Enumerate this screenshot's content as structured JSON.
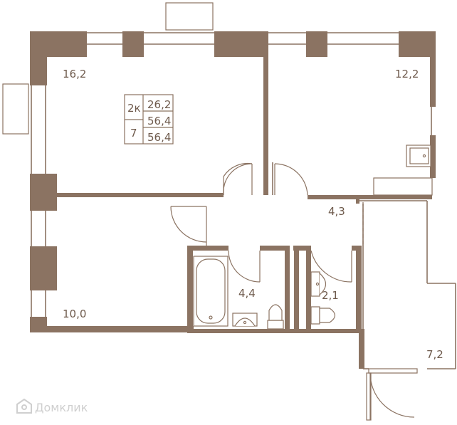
{
  "rooms": {
    "living_room": "16,2",
    "kitchen": "12,2",
    "bedroom": "10,0",
    "hallway": "4,3",
    "bathroom": "4,4",
    "toilet": "2,1",
    "loggia": "7,2"
  },
  "info_box": {
    "rooms_count": "2к",
    "floor": "7",
    "living_area": "26,2",
    "total_area": "56,4",
    "total_area_2": "56,4"
  },
  "watermark": "Домклик",
  "colors": {
    "wall": "#8b7362",
    "text": "#6e5a4c"
  }
}
